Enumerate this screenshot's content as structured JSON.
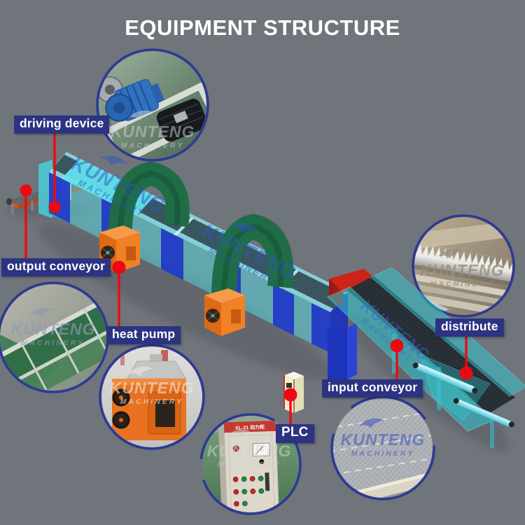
{
  "title": "EQUIPMENT STRUCTURE",
  "brand": {
    "name": "KUNTENG",
    "subname": "MACHINERY"
  },
  "labels": {
    "driving_device": "driving device",
    "output_conveyor": "output conveyor",
    "heat_pump": "heat pump",
    "plc": "PLC",
    "input_conveyor": "input conveyor",
    "distribute": "distribute"
  },
  "cabinet": {
    "header": "XL-21 动力柜"
  },
  "colors": {
    "background": "#70747b",
    "label_background": "#2c3381",
    "label_text": "#ffffff",
    "connector_red": "#ec0a12",
    "ring_navy": "#2e3a92",
    "machine_cyan": "#56dbe4",
    "machine_blue": "#2138c8",
    "arch_green": "#1e6d47",
    "heat_pump_orange": "#e87222",
    "watermark_blue": "#2f55c8"
  }
}
